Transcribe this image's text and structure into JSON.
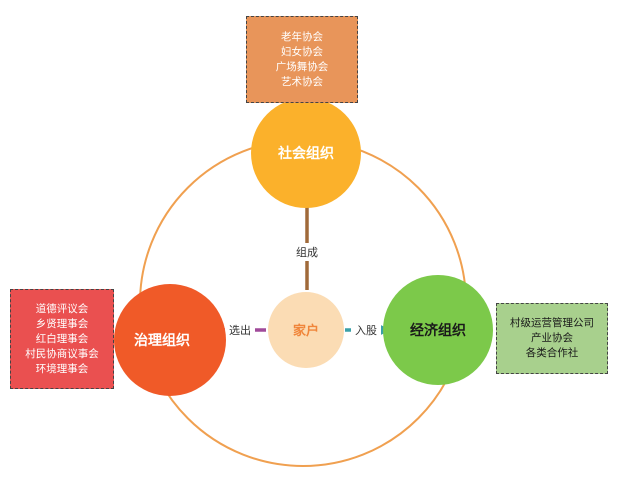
{
  "nodes": {
    "social": {
      "label": "社会组织",
      "color": "#fbb12b"
    },
    "governance": {
      "label": "治理组织",
      "color": "#f05a28"
    },
    "economic": {
      "label": "经济组织",
      "color": "#7cc94a"
    },
    "household": {
      "label": "家户",
      "color": "#fbdcb4"
    }
  },
  "edges": {
    "compose": "组成",
    "elect": "选出",
    "shares": "入股"
  },
  "boxes": {
    "social": [
      "老年协会",
      "妇女协会",
      "广场舞协会",
      "艺术协会"
    ],
    "governance": [
      "道德评议会",
      "乡贤理事会",
      "红白理事会",
      "村民协商议事会",
      "环境理事会"
    ],
    "economic": [
      "村级运营管理公司",
      "产业协会",
      "各类合作社"
    ]
  },
  "colors": {
    "ring": "#f0a050",
    "arrow_up": "#a06a3a",
    "arrow_left": "#a04a9a",
    "arrow_right": "#3aa0a8"
  }
}
